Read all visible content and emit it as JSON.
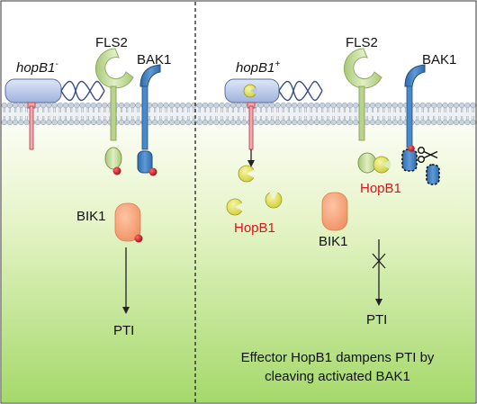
{
  "labels": {
    "bacterium_left": "hopB1",
    "bacterium_left_sup": "-",
    "bacterium_right": "hopB1",
    "bacterium_right_sup": "+",
    "fls2_left": "FLS2",
    "fls2_right": "FLS2",
    "bak1_left": "BAK1",
    "bak1_right": "BAK1",
    "bik1_left": "BIK1",
    "bik1_right": "BIK1",
    "hopb1_left": "HopB1",
    "hopb1_right": "HopB1",
    "pti_left": "PTI",
    "pti_right": "PTI",
    "caption_line1": "Effector HopB1 dampens PTI by",
    "caption_line2": "cleaving activated BAK1"
  },
  "colors": {
    "effector_text": "#e0141b",
    "cytoplasm_top": "#fbfdf4",
    "cytoplasm_bottom": "#a5d96b",
    "membrane_head": "#c9d3dd",
    "bacterium_fill": "#b7c5e6",
    "fls2_fill": "#c4dd96",
    "bak1_fill": "#3c7fc3",
    "bik1_fill": "#f5a57e",
    "hopb1_fill": "#e3e35a",
    "phospho_dot": "#c0121b",
    "t3ss_fill": "#f4a9ae"
  },
  "icons": {
    "scissors": "scissors-icon",
    "block": "block-x-icon"
  }
}
